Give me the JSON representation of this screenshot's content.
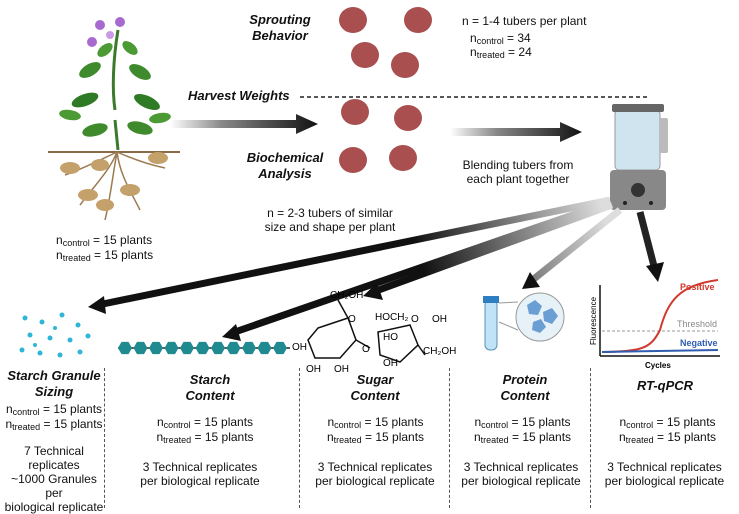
{
  "top": {
    "sprouting_title": "Sprouting\nBehavior",
    "sprouting_n": "n = 1-4 tubers per plant",
    "sprouting_control_label": "n",
    "sprouting_control_sub": "control",
    "sprouting_control_value": " = 34",
    "sprouting_treated_label": "n",
    "sprouting_treated_sub": "treated",
    "sprouting_treated_value": " = 24",
    "harvest_title": "Harvest Weights",
    "biochem_title": "Biochemical\nAnalysis",
    "blending_text": "Blending tubers from\neach plant together",
    "tubers_text": "n = 2-3 tubers of similar\nsize and shape per plant",
    "plant_control_label": "n",
    "plant_control_sub": "control",
    "plant_control_value": " = 15 plants",
    "plant_treated_label": "n",
    "plant_treated_sub": "treated",
    "plant_treated_value": " = 15 plants"
  },
  "assays": [
    {
      "title": "Starch Granule\nSizing",
      "n_label": "n",
      "control_sub": "control",
      "treated_sub": "treated",
      "n_value": " = 15 plants",
      "replicates": "7 Technical\nreplicates\n~1000 Granules per\nbiological replicate"
    },
    {
      "title": "Starch\nContent",
      "n_label": "n",
      "control_sub": "control",
      "treated_sub": "treated",
      "n_value": " = 15 plants",
      "replicates": "3 Technical replicates\nper biological replicate"
    },
    {
      "title": "Sugar\nContent",
      "n_label": "n",
      "control_sub": "control",
      "treated_sub": "treated",
      "n_value": " = 15 plants",
      "replicates": "3 Technical replicates\nper biological replicate"
    },
    {
      "title": "Protein\nContent",
      "n_label": "n",
      "control_sub": "control",
      "treated_sub": "treated",
      "n_value": " = 15 plants",
      "replicates": "3 Technical replicates\nper biological replicate"
    },
    {
      "title": "RT-qPCR",
      "n_label": "n",
      "control_sub": "control",
      "treated_sub": "treated",
      "n_value": " = 15 plants",
      "replicates": "3 Technical replicates\nper biological replicate"
    }
  ],
  "sugar_labels": {
    "ch2oh_top": "CH₂OH",
    "hoch2": "HOCH₂",
    "oh": "OH",
    "o": "O",
    "ho": "HO",
    "ch2oh_right": "CH₂OH"
  },
  "qpcr_chart": {
    "ylabel": "Fluorescence",
    "xlabel": "Cycles",
    "positive": "Positive",
    "threshold": "Threshold",
    "negative": "Negative"
  },
  "colors": {
    "tuber": "#a94f4f",
    "tuber_dark": "#7e3838",
    "teal": "#1f8a8f",
    "positive": "#d03a2f",
    "negative": "#2f5db0",
    "arrow": "#111111"
  }
}
